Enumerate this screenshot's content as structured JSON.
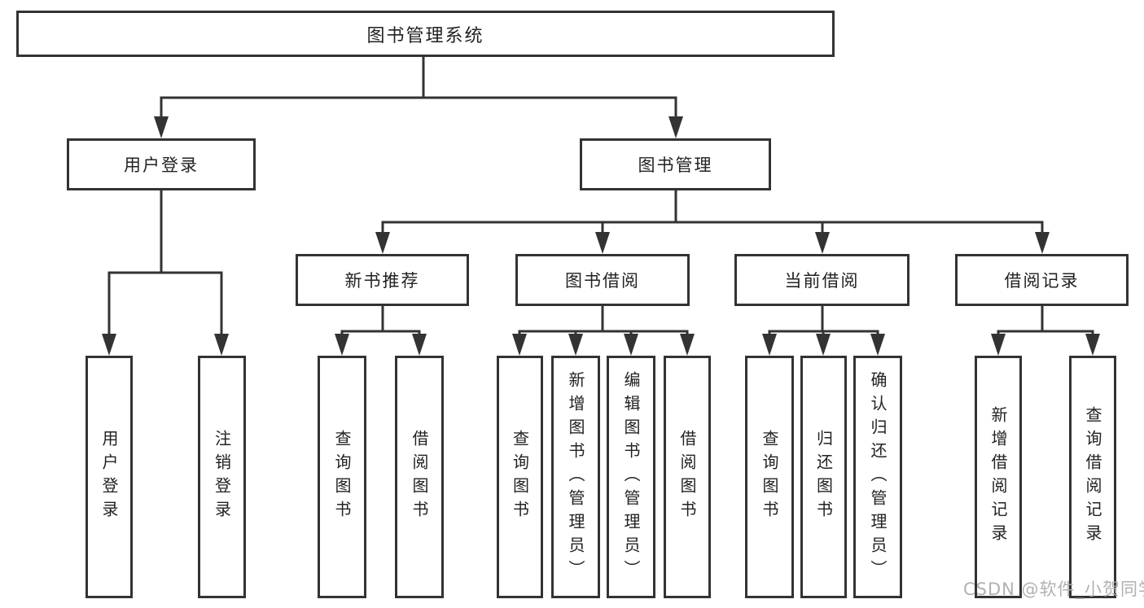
{
  "tree": {
    "label": "图书管理系统",
    "children": [
      {
        "label": "用户登录",
        "children": [
          {
            "label": "用户登录"
          },
          {
            "label": "注销登录"
          }
        ]
      },
      {
        "label": "图书管理",
        "children": [
          {
            "label": "新书推荐",
            "children": [
              {
                "label": "查询图书"
              },
              {
                "label": "借阅图书"
              }
            ]
          },
          {
            "label": "图书借阅",
            "children": [
              {
                "label": "查询图书"
              },
              {
                "label": "新增图书（管理员）"
              },
              {
                "label": "编辑图书（管理员）"
              },
              {
                "label": "借阅图书"
              }
            ]
          },
          {
            "label": "当前借阅",
            "children": [
              {
                "label": "查询图书"
              },
              {
                "label": "归还图书"
              },
              {
                "label": "确认归还（管理员）"
              }
            ]
          },
          {
            "label": "借阅记录",
            "children": [
              {
                "label": "新增借阅记录"
              },
              {
                "label": "查询借阅记录"
              }
            ]
          }
        ]
      }
    ]
  },
  "watermark": {
    "text": "CSDN @软件_小贺同学"
  },
  "colors": {
    "line": "#333333",
    "box_border": "#333333",
    "text": "#222222",
    "watermark": "#adadad",
    "background": "#ffffff"
  }
}
